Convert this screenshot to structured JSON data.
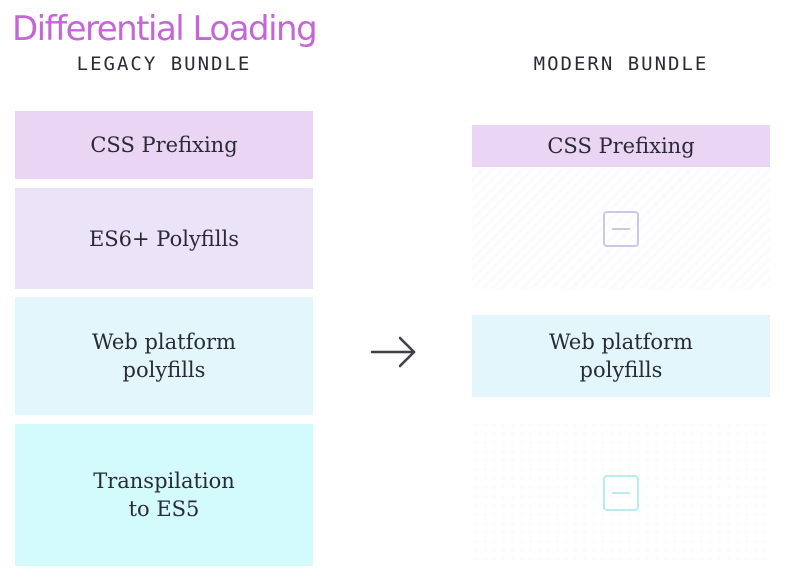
{
  "title": "Differential Loading",
  "colors": {
    "title": "#c466d6",
    "heading": "#2b2b33",
    "css_prefixing": "#ead5f5",
    "es6_polyfills": "#ebe3f8",
    "web_platform": "#e3f6fc",
    "transpilation": "#d4fbfb",
    "removed_purple": "#d0c6ea",
    "removed_cyan": "#b9ecec"
  },
  "legacy": {
    "heading": "LEGACY BUNDLE",
    "items": [
      {
        "label": "CSS Prefixing"
      },
      {
        "label": "ES6+ Polyfills"
      },
      {
        "label": "Web platform\npolyfills"
      },
      {
        "label": "Transpilation\nto ES5"
      }
    ]
  },
  "modern": {
    "heading": "MODERN BUNDLE",
    "items": [
      {
        "label": "CSS Prefixing"
      },
      {
        "label": "",
        "removed": true,
        "icon": "minus-square-icon"
      },
      {
        "label": "Web platform\npolyfills"
      },
      {
        "label": "",
        "removed": true,
        "icon": "minus-square-icon"
      }
    ]
  },
  "arrow_icon": "right-arrow-icon"
}
